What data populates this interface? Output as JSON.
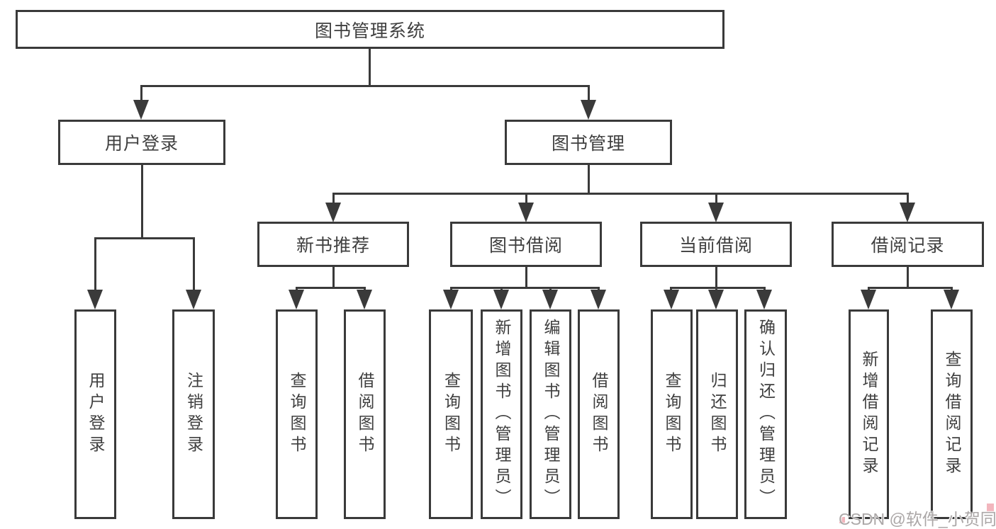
{
  "diagram_title": "图书管理系统",
  "tree": {
    "label": "图书管理系统",
    "children": [
      {
        "label": "用户登录",
        "children": [
          {
            "label": "用户登录"
          },
          {
            "label": "注销登录"
          }
        ]
      },
      {
        "label": "图书管理",
        "children": [
          {
            "label": "新书推荐",
            "children": [
              {
                "label": "查询图书"
              },
              {
                "label": "借阅图书"
              }
            ]
          },
          {
            "label": "图书借阅",
            "children": [
              {
                "label": "查询图书"
              },
              {
                "label": "新增图书（管理员）"
              },
              {
                "label": "编辑图书（管理员）"
              },
              {
                "label": "借阅图书"
              }
            ]
          },
          {
            "label": "当前借阅",
            "children": [
              {
                "label": "查询图书"
              },
              {
                "label": "归还图书"
              },
              {
                "label": "确认归还（管理员）"
              }
            ]
          },
          {
            "label": "借阅记录",
            "children": [
              {
                "label": "新增借阅记录"
              },
              {
                "label": "查询借阅记录"
              }
            ]
          }
        ]
      }
    ]
  },
  "watermark": {
    "text": "CSDN @软件_小贺同学"
  },
  "colors": {
    "line": "#3a3a3a",
    "text": "#3f3f3f",
    "background": "#ffffff",
    "watermark": "#aba7a7",
    "watermark_accent": "#f2b6bd"
  }
}
